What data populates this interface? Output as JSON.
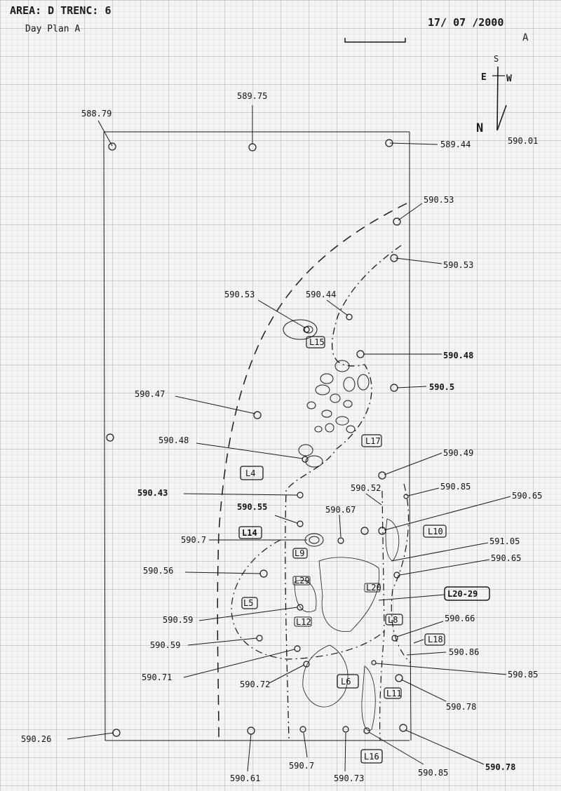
{
  "header": {
    "area_trench": "AREA: D   TRENC: 6",
    "plan_name": "Day  Plan  A",
    "date": "17/ 07 /2000",
    "plan_letter": "A"
  },
  "compass": {
    "s": "S",
    "e": "E",
    "w": "W",
    "n": "N"
  },
  "levels": [
    "588.79",
    "589.75",
    "589.44",
    "590.01",
    "590.53",
    "590.53",
    "590.53",
    "590.44",
    "590.48",
    "590.5",
    "590.47",
    "590.48",
    "590.49",
    "590.43",
    "590.85",
    "590.52",
    "590.65",
    "590.55",
    "590.67",
    "590.7",
    "591.05",
    "590.56",
    "590.65",
    "590.59",
    "590.66",
    "590.59",
    "590.86",
    "590.71",
    "590.72",
    "590.85",
    "590.78",
    "590.26",
    "590.61",
    "590.7",
    "590.73",
    "590.85",
    "590.78"
  ],
  "loci": [
    "L15",
    "L17",
    "L4",
    "L14",
    "L10",
    "L9",
    "L29",
    "L20",
    "L20-29",
    "L5",
    "L8",
    "L12",
    "L18",
    "L6",
    "L11",
    "L16"
  ]
}
